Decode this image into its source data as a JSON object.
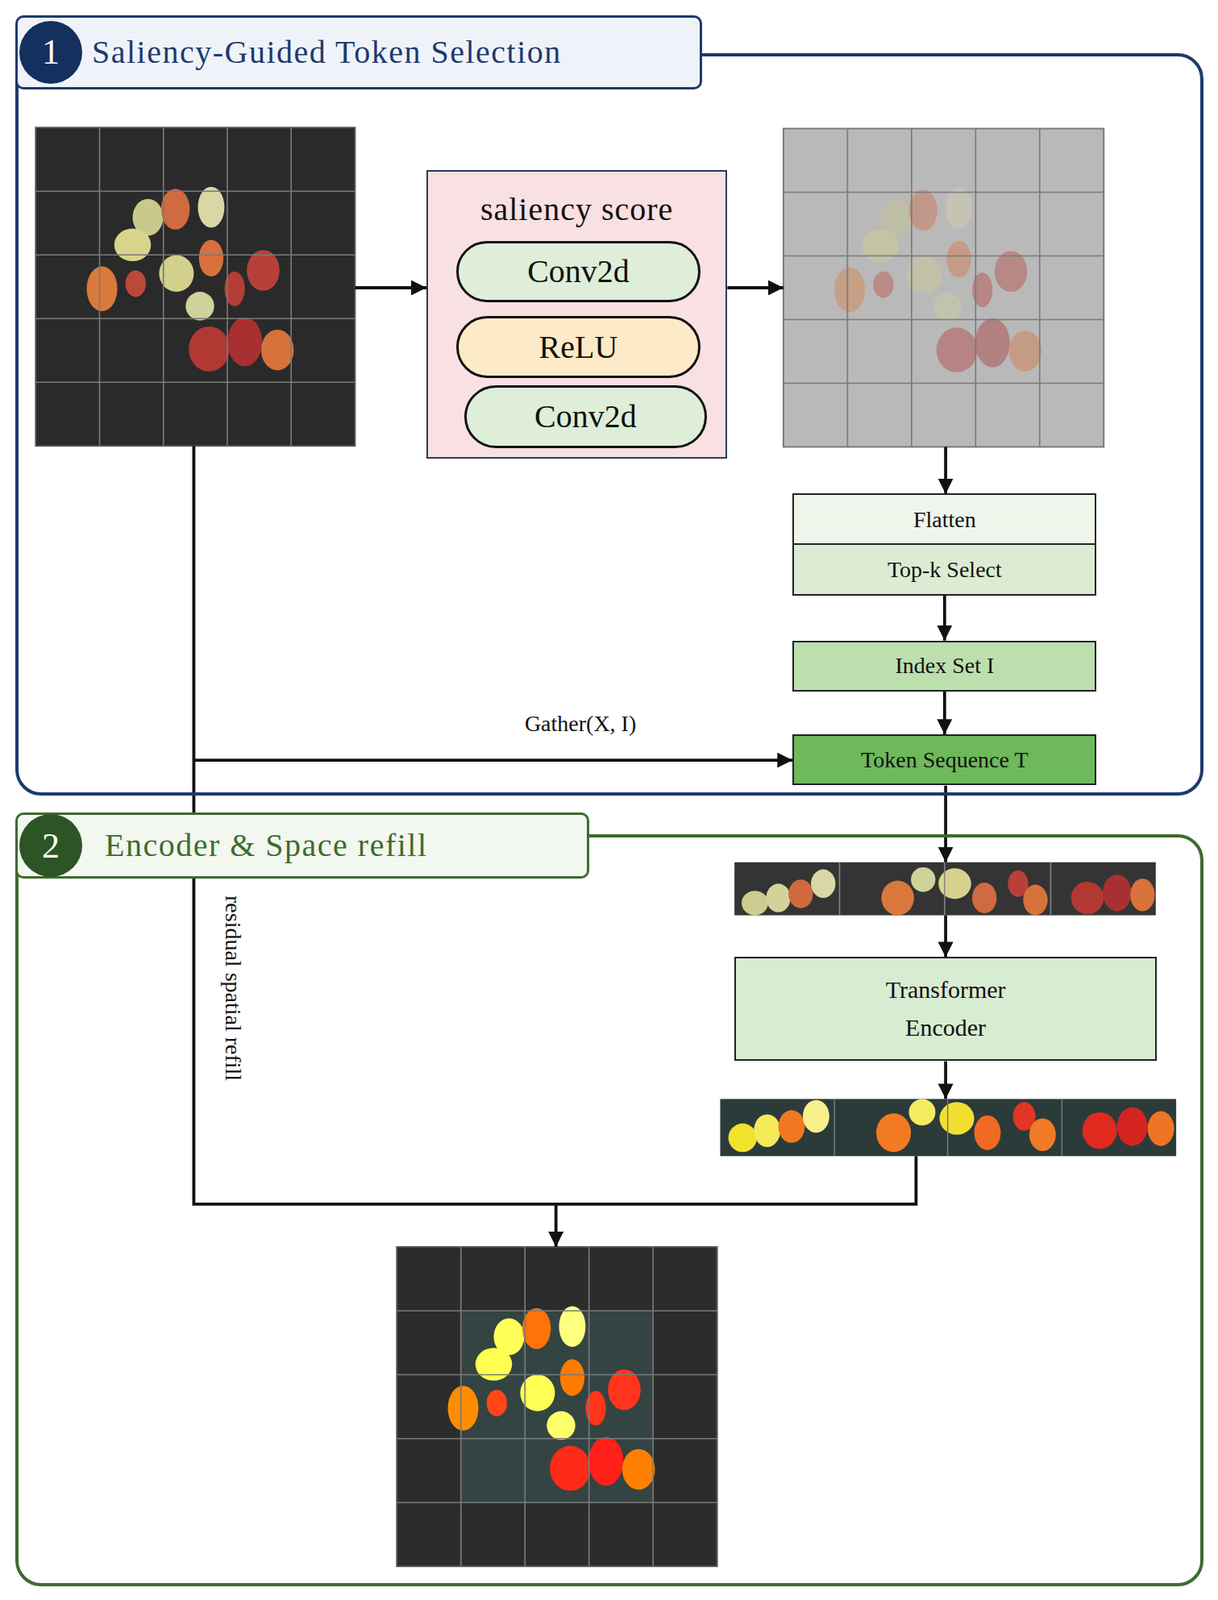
{
  "diagram": {
    "nodes": [
      {
        "text": [
          "1",
          "Saliency-Guided Token Selection"
        ]
      },
      {
        "text": [
          "saliency score"
        ],
        "in": 0
      },
      {
        "text": [
          "Conv2d"
        ],
        "in": 1
      },
      {
        "text": [
          "ReLU"
        ],
        "in": 1
      },
      {
        "text": [
          "Conv2d"
        ],
        "in": 1
      },
      {
        "text": [
          "Flatten"
        ],
        "in": 0
      },
      {
        "text": [
          "Top-k Select"
        ],
        "in": 0
      },
      {
        "text": [
          "Index Set I"
        ],
        "in": 0
      },
      {
        "text": [
          "Token Sequence T"
        ],
        "in": 0
      },
      {
        "text": [
          "2",
          "Encoder & Space refill"
        ]
      },
      {
        "text": [
          "Transformer Encoder"
        ],
        "in": 9
      }
    ],
    "edges": [
      {
        "from": 6,
        "to": 7,
        "arrow": "to"
      },
      {
        "from": 7,
        "to": 8,
        "arrow": "to"
      }
    ],
    "labels": [
      "Gather(X, I)",
      "residual spatial refill"
    ]
  }
}
